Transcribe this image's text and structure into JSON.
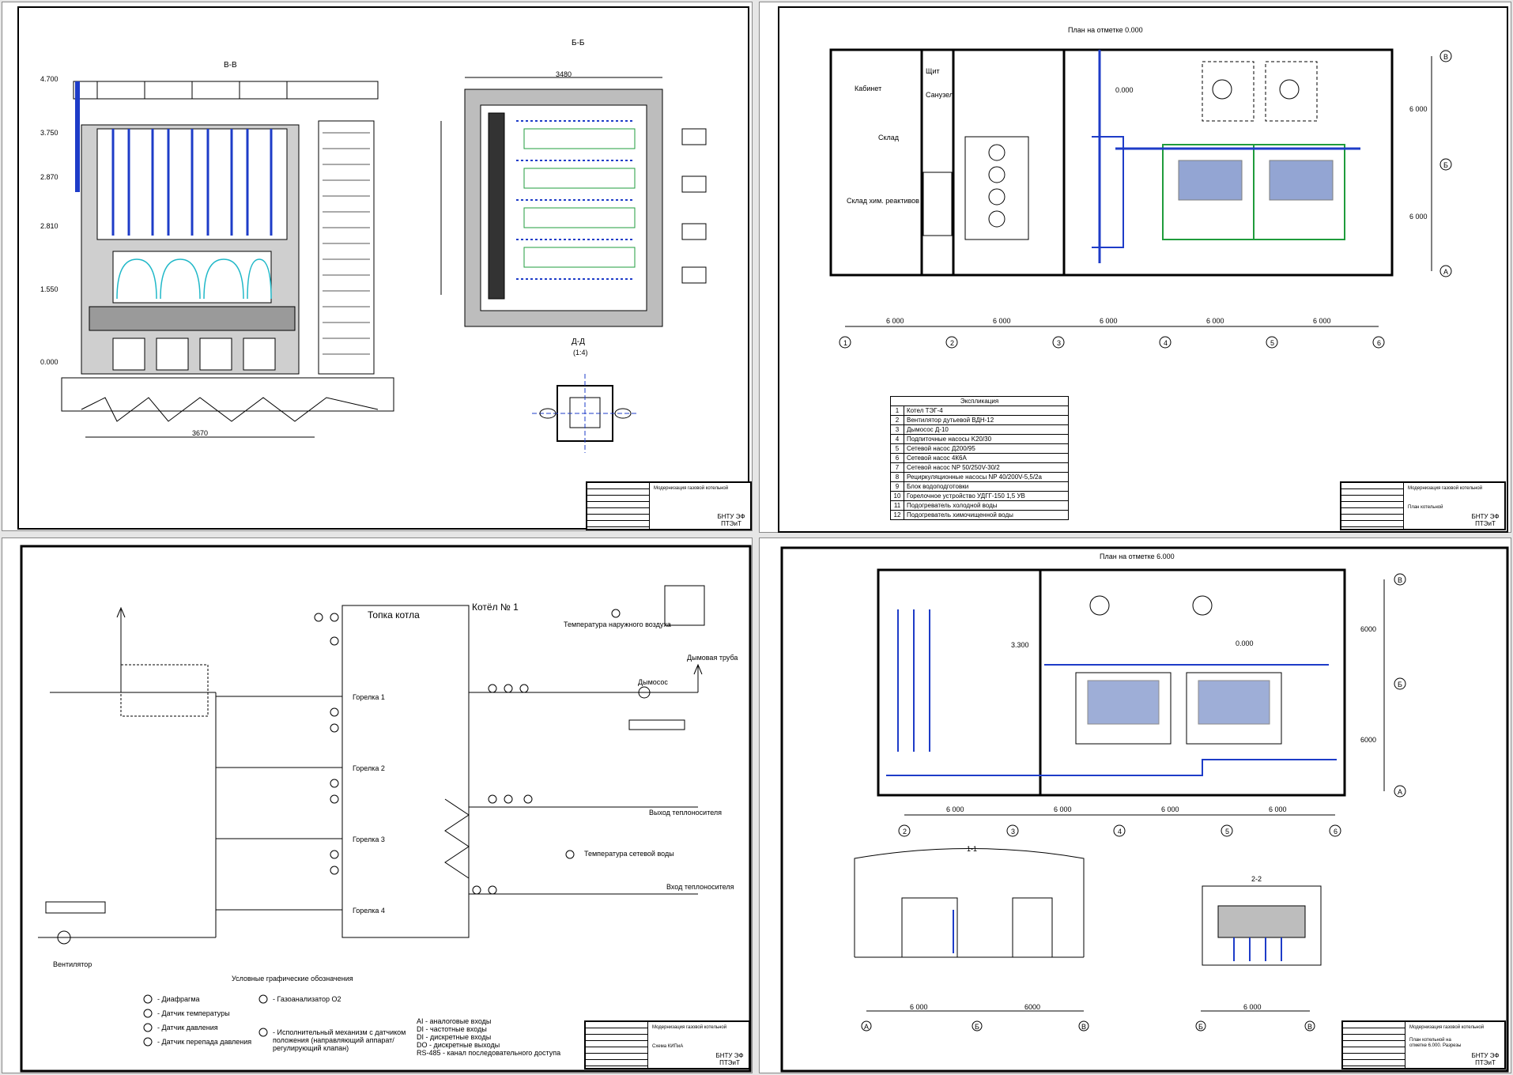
{
  "sheet1": {
    "section_vv": "В-В",
    "section_bb": "Б-Б",
    "section_dd": "Д-Д",
    "section_dd_scale": "(1:4)",
    "elevations": [
      "4.700",
      "3.750",
      "2.870",
      "2.810",
      "1.550",
      "0.000"
    ],
    "dim_bottom": "3670",
    "dim_top_bb": "3480",
    "stamp_title": "Модернизация газовой котельной",
    "stamp_org": "БНТУ ЭФ ПТЭиТ"
  },
  "sheet2": {
    "plan_title": "План на отметке 0.000",
    "room_labels": [
      "Кабинет",
      "Щит",
      "Санузел",
      "Склад",
      "Склад хим. реактивов"
    ],
    "level_mark": "0.000",
    "axis_numbers": [
      "1",
      "2",
      "3",
      "4",
      "5",
      "6"
    ],
    "axis_letters": [
      "В",
      "Б",
      "А"
    ],
    "dims_horizontal": [
      "6 000",
      "6 000",
      "6 000",
      "6 000",
      "6 000"
    ],
    "dims_vertical": [
      "6 000",
      "6 000"
    ],
    "spec_header": "Экспликация",
    "spec_items": [
      {
        "n": "1",
        "name": "Котел ТЭГ-4"
      },
      {
        "n": "2",
        "name": "Вентилятор дутьевой ВДН-12"
      },
      {
        "n": "3",
        "name": "Дымосос Д-10"
      },
      {
        "n": "4",
        "name": "Подпиточные насосы K20/30"
      },
      {
        "n": "5",
        "name": "Сетевой насос Д200/95"
      },
      {
        "n": "6",
        "name": "Сетевой насос 4К6А"
      },
      {
        "n": "7",
        "name": "Сетевой насос NP 50/250V-30/2"
      },
      {
        "n": "8",
        "name": "Рециркуляционные насосы NP 40/200V-5,5/2а"
      },
      {
        "n": "9",
        "name": "Блок водоподготовки"
      },
      {
        "n": "10",
        "name": "Горелочное устройство УДГГ-150 1,5 УВ"
      },
      {
        "n": "11",
        "name": "Подогреватель холодной воды"
      },
      {
        "n": "12",
        "name": "Подогреватель химочищенной воды"
      }
    ],
    "stamp_title": "Модернизация газовой котельной",
    "stamp_subtitle": "План котельной",
    "stamp_org": "БНТУ ЭФ ПТЭиТ"
  },
  "sheet3": {
    "furnace_title": "Топка котла",
    "boiler_title": "Котёл № 1",
    "burners": [
      "Горелка 1",
      "Горелка 2",
      "Горелка 3",
      "Горелка 4"
    ],
    "smoke_pipe": "Дымовая труба",
    "exhauster": "Дымосос",
    "outdoor_temp": "Температура наружного воздуха",
    "coolant_out": "Выход теплоносителя",
    "network_water_temp": "Температура сетевой воды",
    "coolant_in": "Вход теплоносителя",
    "fan_label": "Вентилятор",
    "legend_title": "Условные графические обозначения",
    "legend_items": [
      "- Диафрагма",
      "- Датчик температуры",
      "- Датчик давления",
      "- Датчик перепада давления"
    ],
    "gas_analyzer": "- Газоанализатор О2",
    "actuator_note": "- Исполнительный механизм с датчиком положения (направляющий аппарат/регулирующий клапан)",
    "signals": [
      "AI - аналоговые входы",
      "DI - частотные входы",
      "DI - дискретные входы",
      "DO - дискретные выходы",
      "RS-485 - канал последовательного доступа"
    ],
    "stamp_title": "Модернизация газовой котельной",
    "stamp_subtitle": "Схема КИПиА",
    "stamp_org": "БНТУ ЭФ ПТЭиТ"
  },
  "sheet4": {
    "plan_title": "План на отметке 6.000",
    "level_marks": [
      "3.300",
      "0.000"
    ],
    "axis_numbers": [
      "2",
      "3",
      "4",
      "5",
      "6"
    ],
    "axis_letters": [
      "В",
      "Б",
      "А"
    ],
    "dims_horizontal": [
      "6 000",
      "6 000",
      "6 000",
      "6 000"
    ],
    "dims_vertical": [
      "6000",
      "6000"
    ],
    "section_a": "1-1",
    "section_b": "2-2",
    "section_dims": [
      "6 000",
      "6000",
      "6 000"
    ],
    "section_axes_a": [
      "А",
      "Б",
      "В"
    ],
    "section_axes_b": [
      "Б",
      "В"
    ],
    "stamp_title": "Модернизация газовой котельной",
    "stamp_subtitle": "План котельной на отметке 6.000. Разрезы",
    "stamp_org": "БНТУ ЭФ ПТЭиТ"
  },
  "colors": {
    "line": "#000000",
    "pipe": "#1e3cc8",
    "green": "#1f9c3c",
    "aqua": "#20b8c8",
    "gray": "#777777"
  }
}
